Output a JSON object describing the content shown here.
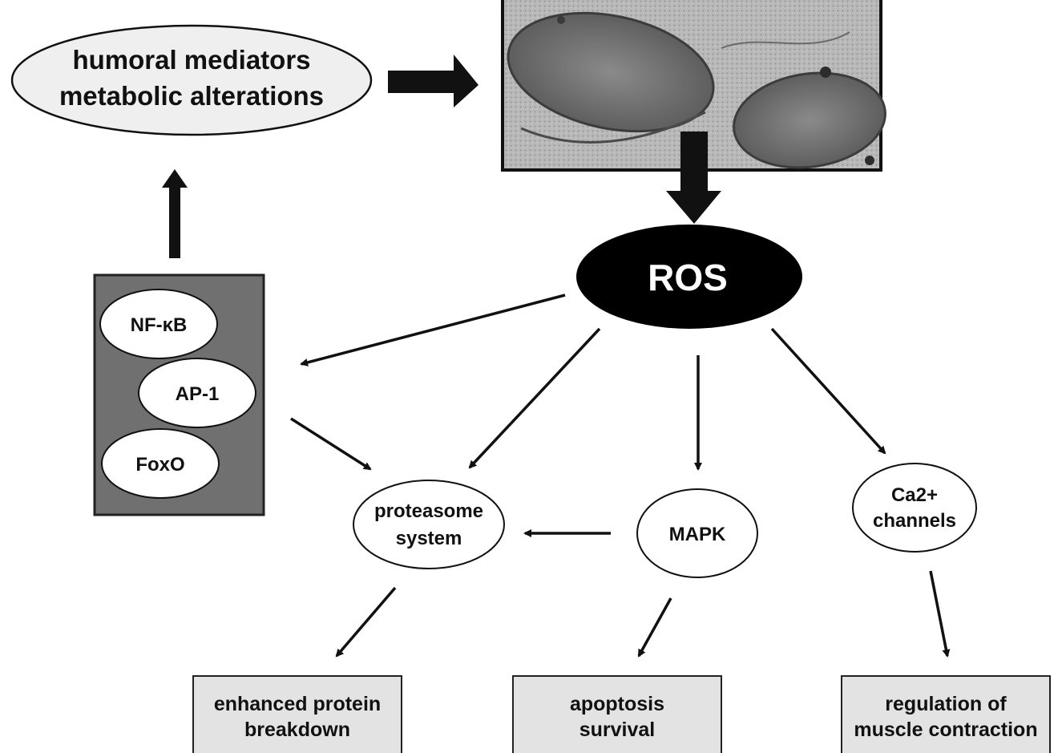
{
  "nodes": {
    "humoral": {
      "line1": "humoral mediators",
      "line2": "metabolic alterations"
    },
    "ros": {
      "label": "ROS"
    },
    "nfkb": {
      "label": "NF-κB"
    },
    "ap1": {
      "label": "AP-1"
    },
    "foxo": {
      "label": "FoxO"
    },
    "proteasome": {
      "line1": "proteasome",
      "line2": "system"
    },
    "mapk": {
      "label": "MAPK"
    },
    "ca": {
      "line1": "Ca2+",
      "line2": "channels"
    },
    "protein_breakdown": {
      "line1": "enhanced protein",
      "line2": "breakdown"
    },
    "apoptosis": {
      "line1": "apoptosis",
      "line2": "survival"
    },
    "muscle": {
      "line1": "regulation of",
      "line2": "muscle contraction"
    }
  },
  "micrograph": {
    "subject": "mitochondria electron micrograph"
  },
  "colors": {
    "ros_fill": "#000000",
    "ros_text": "#ffffff",
    "transcription_box": "#707070",
    "humoral_fill": "#efefef",
    "outcome_fill": "#e3e3e3",
    "arrow": "#111111"
  }
}
